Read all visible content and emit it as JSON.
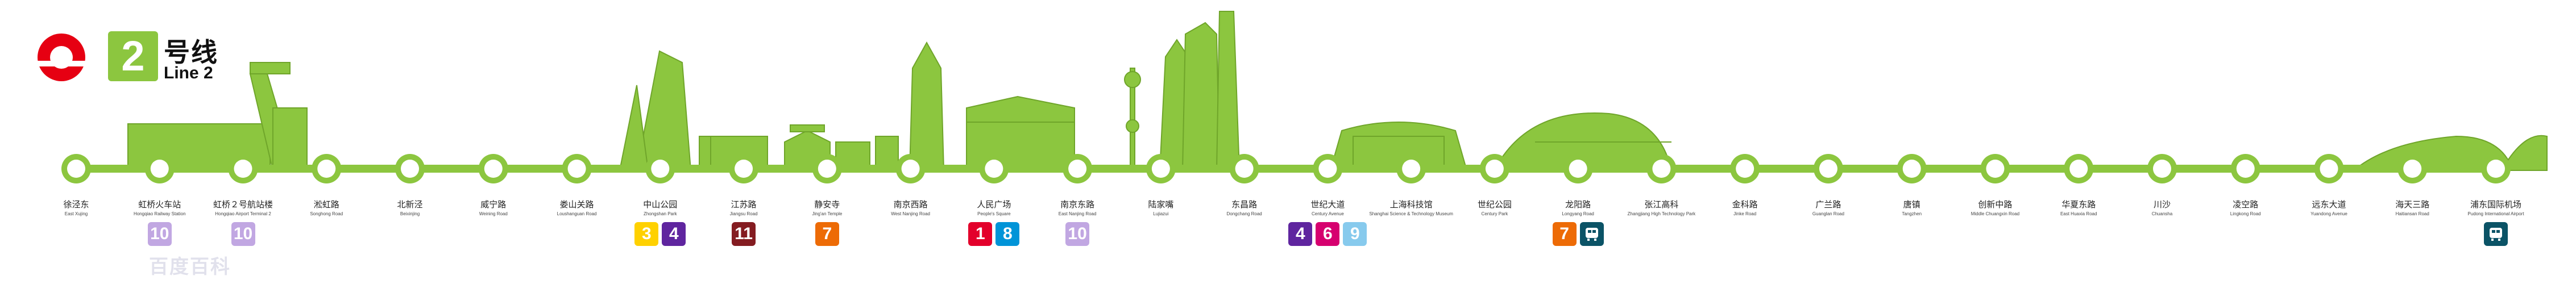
{
  "line": {
    "number": "2",
    "name_cn": "号线",
    "name_en": "Line 2",
    "color": "#8cc63f"
  },
  "logo": {
    "icon": "shanghai-metro-logo-icon",
    "color": "#e60012"
  },
  "watermark": "百度百科",
  "line_colors": {
    "1": "#e3002b",
    "3": "#ffd100",
    "4": "#5f259f",
    "6": "#d6006f",
    "7": "#ed6b06",
    "8": "#0094d8",
    "9": "#87caed",
    "10": "#c1a7e2",
    "11": "#841c21",
    "rail": "#0b5366"
  },
  "stations": [
    {
      "cn": "徐泾东",
      "en": "East Xujing",
      "transfers": []
    },
    {
      "cn": "虹桥火车站",
      "en": "Hongqiao Railway Station",
      "transfers": [
        "10"
      ]
    },
    {
      "cn": "虹桥２号航站楼",
      "en": "Hongqiao Airport Terminal 2",
      "transfers": [
        "10"
      ]
    },
    {
      "cn": "淞虹路",
      "en": "Songhong Road",
      "transfers": []
    },
    {
      "cn": "北新泾",
      "en": "Beixinjing",
      "transfers": []
    },
    {
      "cn": "威宁路",
      "en": "Weining Road",
      "transfers": []
    },
    {
      "cn": "娄山关路",
      "en": "Loushanguan Road",
      "transfers": []
    },
    {
      "cn": "中山公园",
      "en": "Zhongshan Park",
      "transfers": [
        "3",
        "4"
      ]
    },
    {
      "cn": "江苏路",
      "en": "Jiangsu Road",
      "transfers": [
        "11"
      ]
    },
    {
      "cn": "静安寺",
      "en": "Jing'an Temple",
      "transfers": [
        "7"
      ]
    },
    {
      "cn": "南京西路",
      "en": "West Nanjing Road",
      "transfers": []
    },
    {
      "cn": "人民广场",
      "en": "People's Square",
      "transfers": [
        "1",
        "8"
      ]
    },
    {
      "cn": "南京东路",
      "en": "East Nanjing Road",
      "transfers": [
        "10"
      ]
    },
    {
      "cn": "陆家嘴",
      "en": "Lujiazui",
      "transfers": []
    },
    {
      "cn": "东昌路",
      "en": "Dongchang Road",
      "transfers": []
    },
    {
      "cn": "世纪大道",
      "en": "Century Avenue",
      "transfers": [
        "4",
        "6",
        "9"
      ]
    },
    {
      "cn": "上海科技馆",
      "en": "Shanghai Science & Technology Museum",
      "transfers": []
    },
    {
      "cn": "世纪公园",
      "en": "Century Park",
      "transfers": []
    },
    {
      "cn": "龙阳路",
      "en": "Longyang Road",
      "transfers": [
        "7",
        "rail"
      ]
    },
    {
      "cn": "张江高科",
      "en": "Zhangjiang High Technology Park",
      "transfers": []
    },
    {
      "cn": "金科路",
      "en": "Jinke Road",
      "transfers": []
    },
    {
      "cn": "广兰路",
      "en": "Guanglan Road",
      "transfers": []
    },
    {
      "cn": "唐镇",
      "en": "Tangzhen",
      "transfers": []
    },
    {
      "cn": "创新中路",
      "en": "Middle Chuangxin Road",
      "transfers": []
    },
    {
      "cn": "华夏东路",
      "en": "East Huaxia Road",
      "transfers": []
    },
    {
      "cn": "川沙",
      "en": "Chuansha",
      "transfers": []
    },
    {
      "cn": "凌空路",
      "en": "Lingkong Road",
      "transfers": []
    },
    {
      "cn": "远东大道",
      "en": "Yuandong Avenue",
      "transfers": []
    },
    {
      "cn": "海天三路",
      "en": "Haitiansan Road",
      "transfers": []
    },
    {
      "cn": "浦东国际机场",
      "en": "Pudong International Airport",
      "transfers": [
        "rail"
      ]
    }
  ]
}
